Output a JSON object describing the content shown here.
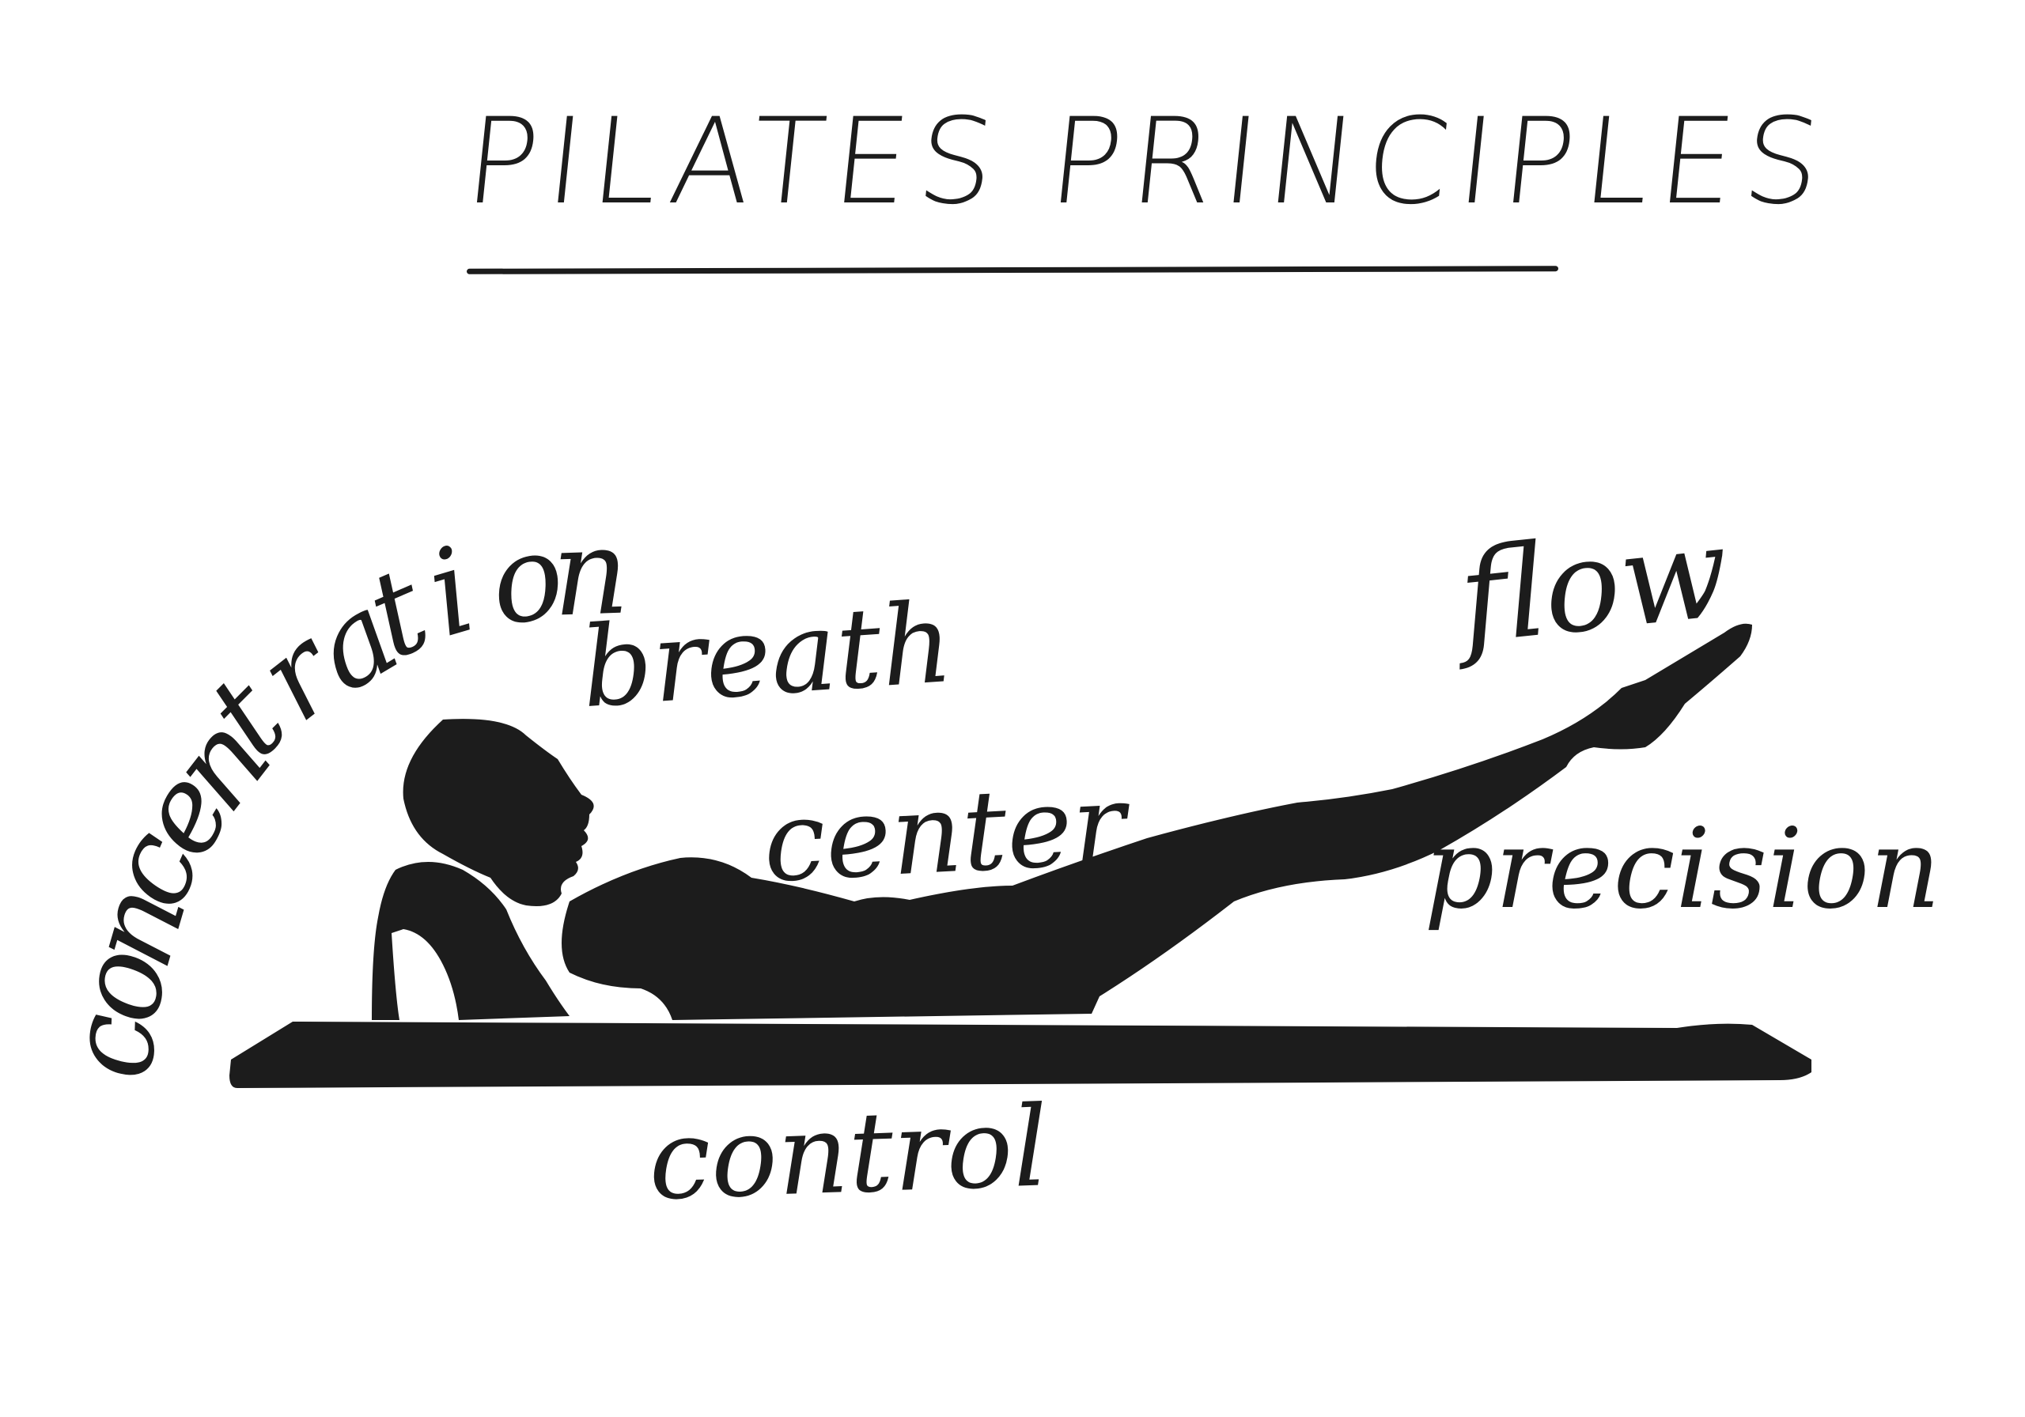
{
  "poster": {
    "title": "PILATES PRINCIPLES",
    "words": {
      "concentration": "concentration",
      "breath": "breath",
      "center": "center",
      "flow": "flow",
      "precision": "precision",
      "control": "control"
    }
  },
  "colors": {
    "ink": "#1c1c1c",
    "background": "#ffffff"
  }
}
